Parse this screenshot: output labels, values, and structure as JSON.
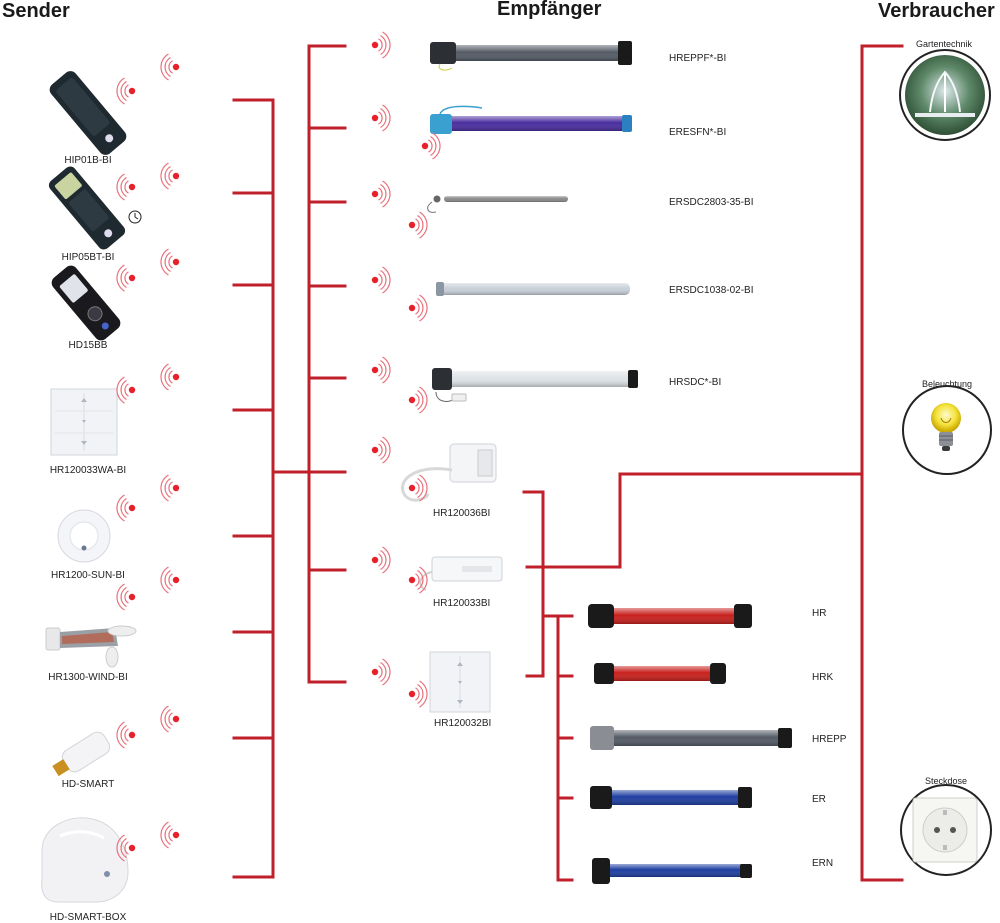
{
  "headers": {
    "sender": "Sender",
    "receiver": "Empfänger",
    "consumer": "Verbraucher"
  },
  "senders": [
    {
      "label": "HIP01B-BI",
      "icon": "remote-control-icon"
    },
    {
      "label": "HIP05BT-BI",
      "icon": "remote-timer-icon"
    },
    {
      "label": "HD15BB",
      "icon": "remote-display-icon"
    },
    {
      "label": "HR120033WA-BI",
      "icon": "wall-switch-icon"
    },
    {
      "label": "HR1200-SUN-BI",
      "icon": "sun-sensor-icon"
    },
    {
      "label": "HR1300-WIND-BI",
      "icon": "wind-sensor-icon"
    },
    {
      "label": "HD-SMART",
      "icon": "usb-stick-icon"
    },
    {
      "label": "HD-SMART-BOX",
      "icon": "smart-box-icon"
    }
  ],
  "receivers": [
    {
      "label": "HREPPF*-BI",
      "icon": "tubular-motor-icon",
      "color": "#555c66"
    },
    {
      "label": "ERESFN*-BI",
      "icon": "tubular-motor-icon",
      "color": "#4a2ea0"
    },
    {
      "label": "ERSDC2803-35-BI",
      "icon": "thin-motor-icon",
      "color": "#888888"
    },
    {
      "label": "ERSDC1038-02-BI",
      "icon": "thin-motor-icon",
      "color": "#c8d0d8"
    },
    {
      "label": "HRSDC*-BI",
      "icon": "tubular-motor-icon",
      "color": "#dde2e6"
    },
    {
      "label": "HR120036BI",
      "icon": "actuator-module-icon"
    },
    {
      "label": "HR120033BI",
      "icon": "receiver-box-icon"
    },
    {
      "label": "HR120032BI",
      "icon": "wall-receiver-icon"
    }
  ],
  "motors": [
    {
      "label": "HR",
      "color": "#c8211e"
    },
    {
      "label": "HRK",
      "color": "#c8211e"
    },
    {
      "label": "HREPP",
      "color": "#555c66"
    },
    {
      "label": "ER",
      "color": "#1f3fa0"
    },
    {
      "label": "ERN",
      "color": "#1f3fa0"
    }
  ],
  "consumers": [
    {
      "label": "Gartentechnik",
      "icon": "fountain-icon"
    },
    {
      "label": "Beleuchtung",
      "icon": "light-bulb-icon"
    },
    {
      "label": "Steckdose",
      "icon": "socket-icon"
    }
  ],
  "colors": {
    "wire": "#c0202a",
    "signal": "#e8202a"
  }
}
